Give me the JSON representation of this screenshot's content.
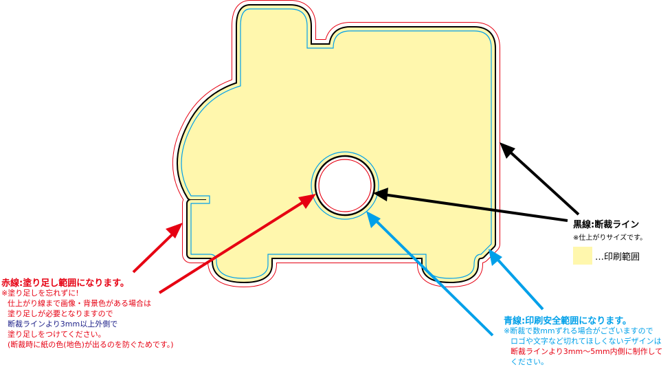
{
  "colors": {
    "bleed_line": "#e60012",
    "trim_line": "#000000",
    "safe_line": "#00a0e9",
    "print_area": "#fff7ad",
    "note_navy": "#1d2088"
  },
  "red_label": {
    "title": "赤線:塗り足し範囲になります。",
    "line1": "※塗り足しを忘れずに!",
    "line2": "仕上がり線まで画像・背景色がある場合は",
    "line3": "塗り足しが必要となりますので",
    "line4": "断裁ラインより3mm以上外側で",
    "line5": "塗り足しをつけてください。",
    "line6": "(断裁時に紙の色(地色)が出るのを防ぐためです。)"
  },
  "black_label": {
    "title": "黒線:断裁ライン",
    "note": "※仕上がりサイズです。"
  },
  "legend": {
    "label": "…印刷範囲"
  },
  "blue_label": {
    "title": "青線:印刷安全範囲になります。",
    "line1": "※断裁で数mmずれる場合がございますので",
    "line2": "ロゴや文字など切れてほしくないデザインは",
    "line3": "断裁ラインより3mm〜5mm内側に制作して",
    "line4": "ください。"
  }
}
